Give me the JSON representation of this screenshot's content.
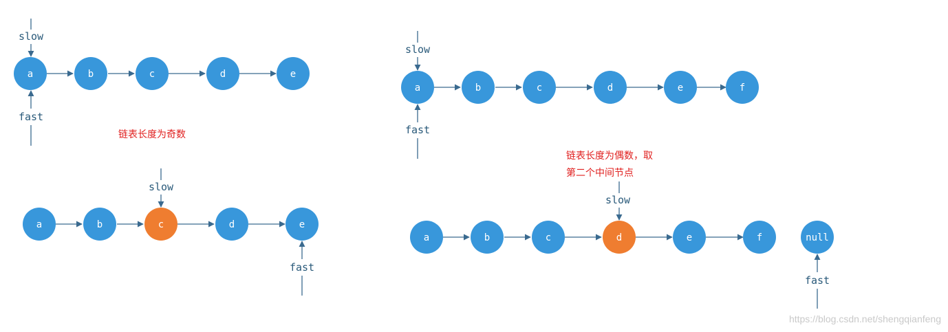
{
  "colors": {
    "node": "#3897db",
    "node_highlight": "#ef7d30",
    "edge": "#3a6a8f",
    "note": "#e0201f"
  },
  "pointers": {
    "slow": "slow",
    "fast": "fast"
  },
  "diagrams": [
    {
      "nodes": [
        "a",
        "b",
        "c",
        "d",
        "e"
      ],
      "slow_node": "a",
      "fast_node": "a",
      "highlight": null
    },
    {
      "nodes": [
        "a",
        "b",
        "c",
        "d",
        "e"
      ],
      "slow_node": "c",
      "fast_node": "e",
      "highlight": "c"
    },
    {
      "nodes": [
        "a",
        "b",
        "c",
        "d",
        "e",
        "f"
      ],
      "slow_node": "a",
      "fast_node": "a",
      "highlight": null
    },
    {
      "nodes": [
        "a",
        "b",
        "c",
        "d",
        "e",
        "f"
      ],
      "slow_node": "d",
      "fast_node": "null",
      "highlight": "d",
      "extra_node": "null"
    }
  ],
  "notes": {
    "odd": "链表长度为奇数",
    "even_line1": "链表长度为偶数，取",
    "even_line2": "第二个中间节点"
  },
  "watermark": "https://blog.csdn.net/shengqianfeng"
}
